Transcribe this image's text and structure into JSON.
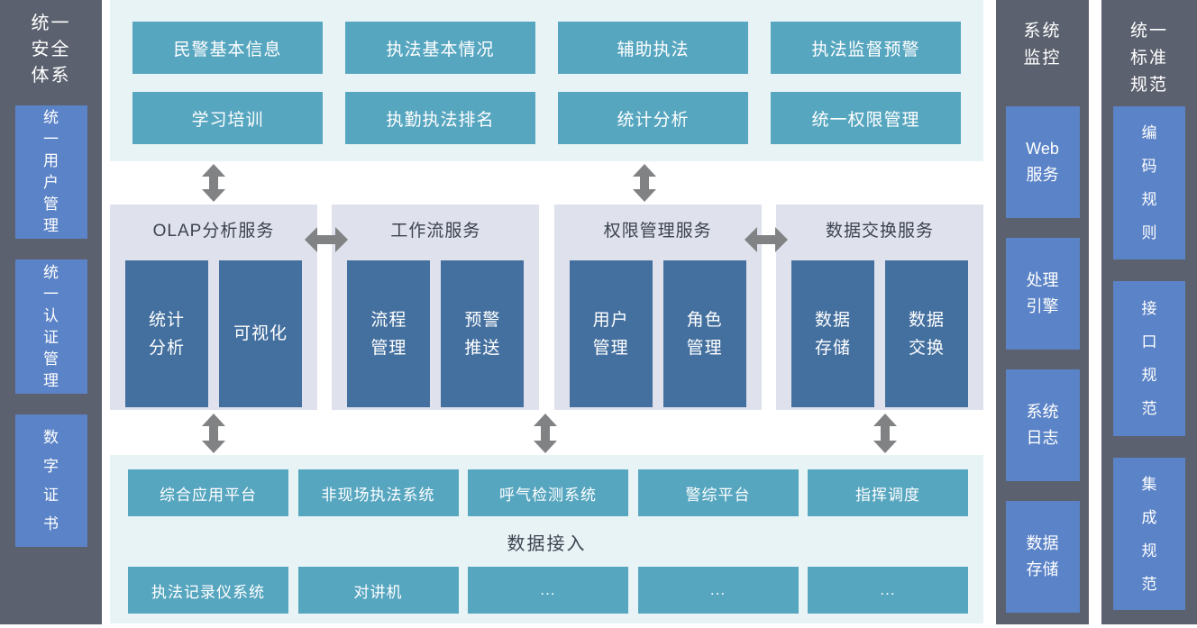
{
  "security_rail": {
    "title": "统一\n安全\n体系",
    "items": [
      {
        "label": "统\n一\n用\n户\n管\n理"
      },
      {
        "label": "统\n一\n认\n证\n管\n理"
      },
      {
        "label": "数\n字\n证\n书"
      }
    ]
  },
  "application_layer": {
    "items": [
      {
        "label": "民警基本信息"
      },
      {
        "label": "执法基本情况"
      },
      {
        "label": "辅助执法"
      },
      {
        "label": "执法监督预警"
      },
      {
        "label": "学习培训"
      },
      {
        "label": "执勤执法排名"
      },
      {
        "label": "统计分析"
      },
      {
        "label": "统一权限管理"
      }
    ]
  },
  "service_layer": {
    "groups": [
      {
        "title": "OLAP分析服务",
        "items": [
          {
            "label": "统计\n分析"
          },
          {
            "label": "可视化"
          }
        ]
      },
      {
        "title": "工作流服务",
        "items": [
          {
            "label": "流程\n管理"
          },
          {
            "label": "预警\n推送"
          }
        ]
      },
      {
        "title": "权限管理服务",
        "items": [
          {
            "label": "用户\n管理"
          },
          {
            "label": "角色\n管理"
          }
        ]
      },
      {
        "title": "数据交换服务",
        "items": [
          {
            "label": "数据\n存储"
          },
          {
            "label": "数据\n交换"
          }
        ]
      }
    ]
  },
  "data_access_layer": {
    "label": "数据接入",
    "row_top": [
      {
        "label": "综合应用平台"
      },
      {
        "label": "非现场执法系统"
      },
      {
        "label": "呼气检测系统"
      },
      {
        "label": "警综平台"
      },
      {
        "label": "指挥调度"
      }
    ],
    "row_bottom": [
      {
        "label": "执法记录仪系统"
      },
      {
        "label": "对讲机"
      },
      {
        "label": "..."
      },
      {
        "label": "..."
      },
      {
        "label": "..."
      }
    ]
  },
  "monitor_rail": {
    "title": "系统\n监控",
    "items": [
      {
        "label": "Web\n服务"
      },
      {
        "label": "处理\n引擎"
      },
      {
        "label": "系统\n日志"
      },
      {
        "label": "数据\n存储"
      }
    ]
  },
  "standard_rail": {
    "title": "统一\n标准\n规范",
    "items": [
      {
        "label": "编\n码\n规\n则"
      },
      {
        "label": "接\n口\n规\n范"
      },
      {
        "label": "集\n成\n规\n范"
      }
    ]
  },
  "icons": {
    "vertical_arrow": "bidirectional-vertical-arrow",
    "horizontal_arrow": "bidirectional-horizontal-arrow"
  },
  "colors": {
    "rail_background": "#5b616e",
    "rail_box_blue": "#5b83c7",
    "module_teal": "#57a6c0",
    "layer_light_blue": "#e8f3f6",
    "service_group_gray": "#dfe2ed",
    "service_box_blue": "#44709f",
    "arrow_gray": "#808284",
    "heading_text": "#3c4250"
  }
}
